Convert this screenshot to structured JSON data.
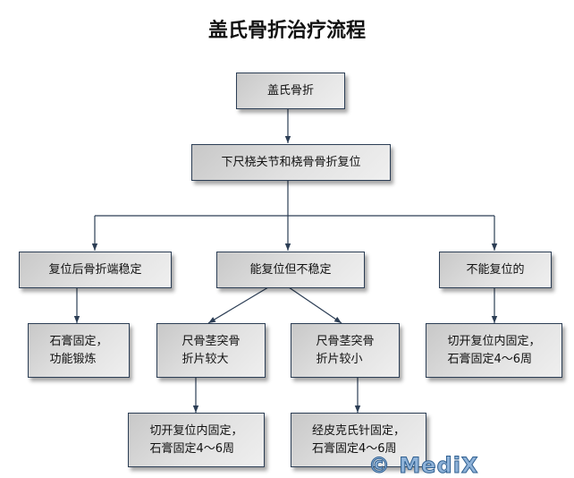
{
  "title": "盖氏骨折治疗流程",
  "nodes": {
    "root": "盖氏骨折",
    "reduction": "下尺桡关节和桡骨骨折复位",
    "stable": "复位后骨折端稳定",
    "unstable": "能复位但不稳定",
    "irreducible": "不能复位的",
    "stable_tx": [
      "石膏固定，",
      "功能锻炼"
    ],
    "large_fragment": [
      "尺骨茎突骨",
      "折片较大"
    ],
    "small_fragment": [
      "尺骨茎突骨",
      "折片较小"
    ],
    "irreducible_tx": [
      "切开复位内固定，",
      "石膏固定4～6周"
    ],
    "large_tx": [
      "切开复位内固定，",
      "石膏固定4～6周"
    ],
    "small_tx": [
      "经皮克氏针固定，",
      "石膏固定4～6周"
    ]
  },
  "watermark": "© MediX",
  "colors": {
    "line": "#2c3e55"
  }
}
